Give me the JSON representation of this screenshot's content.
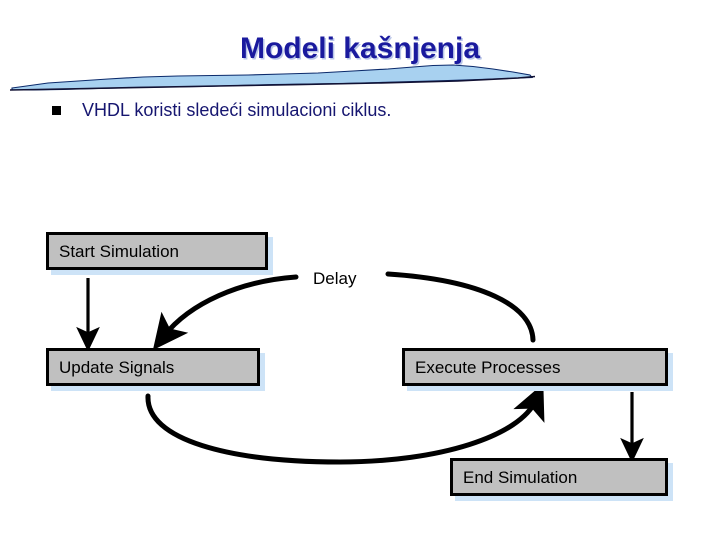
{
  "slide": {
    "title": "Modeli kašnjenja",
    "title_color": "#1a1a9e",
    "background_color": "#ffffff",
    "decor": {
      "name": "wave-banner",
      "fill_color": "#a8d1f0",
      "outline_color": "#0b2a6b"
    },
    "bullets": [
      {
        "marker": "square-bullet",
        "marker_color": "#000000",
        "text": "VHDL koristi sledeći simulacioni ciklus.",
        "text_color": "#161670"
      }
    ]
  },
  "diagram": {
    "type": "flowchart",
    "box_fill_color": "#c0c0c0",
    "box_border_color": "#000000",
    "box_shadow_color": "#cde3f7",
    "arrow_color": "#000000",
    "boxes": [
      {
        "id": "start",
        "label": "Start Simulation"
      },
      {
        "id": "update",
        "label": "Update Signals"
      },
      {
        "id": "execute",
        "label": "Execute Processes"
      },
      {
        "id": "end",
        "label": "End Simulation"
      }
    ],
    "edges": [
      {
        "from": "start",
        "to": "update",
        "label": "",
        "shape": "straight-down"
      },
      {
        "from": "execute",
        "to": "update",
        "label": "Delay",
        "shape": "arc-top"
      },
      {
        "from": "update",
        "to": "execute",
        "label": "",
        "shape": "arc-bottom"
      },
      {
        "from": "execute",
        "to": "end",
        "label": "",
        "shape": "straight-down"
      }
    ],
    "edge_labels": {
      "delay": "Delay"
    }
  }
}
